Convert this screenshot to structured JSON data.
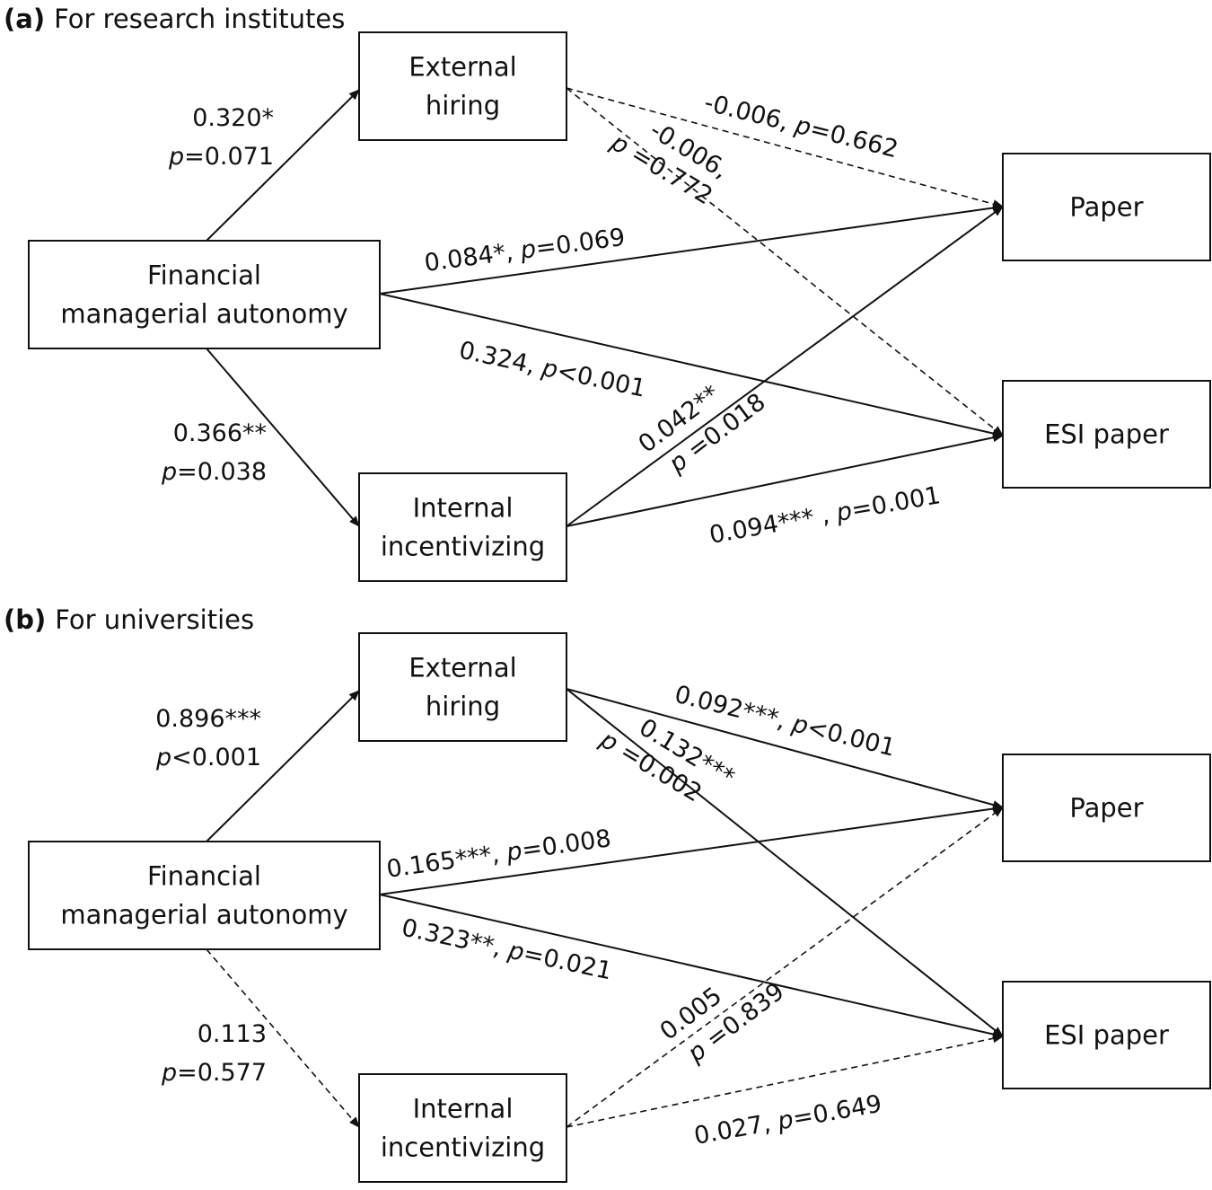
{
  "panels": [
    {
      "id": "a",
      "title_letter": "(a)",
      "title_text": "For research institutes",
      "nodes": {
        "fma": [
          "Financial",
          "managerial autonomy"
        ],
        "eh": [
          "External",
          "hiring"
        ],
        "ii": [
          "Internal",
          "incentivizing"
        ],
        "paper": [
          "Paper"
        ],
        "esi": [
          "ESI paper"
        ]
      },
      "edges": [
        {
          "id": "fma-eh",
          "style": "solid",
          "label": [
            "0.320*",
            "=0.071"
          ]
        },
        {
          "id": "fma-ii",
          "style": "solid",
          "label": [
            "0.366**",
            "=0.038"
          ]
        },
        {
          "id": "fma-paper",
          "style": "solid",
          "label": [
            "0.084*, ",
            "=0.069"
          ]
        },
        {
          "id": "fma-esi",
          "style": "solid",
          "label": [
            "0.324, ",
            "<0.001"
          ]
        },
        {
          "id": "eh-paper",
          "style": "dashed",
          "label": [
            "-0.006, ",
            "=0.662"
          ]
        },
        {
          "id": "eh-esi",
          "style": "dashed",
          "label": [
            "-0.006,",
            "=0.772"
          ]
        },
        {
          "id": "ii-paper",
          "style": "solid",
          "label": [
            "0.042**",
            "=0.018"
          ]
        },
        {
          "id": "ii-esi",
          "style": "solid",
          "label": [
            "0.094*** , ",
            "=0.001"
          ]
        }
      ]
    },
    {
      "id": "b",
      "title_letter": "(b)",
      "title_text": "For universities",
      "nodes": {
        "fma": [
          "Financial",
          "managerial autonomy"
        ],
        "eh": [
          "External",
          "hiring"
        ],
        "ii": [
          "Internal",
          "incentivizing"
        ],
        "paper": [
          "Paper"
        ],
        "esi": [
          "ESI paper"
        ]
      },
      "edges": [
        {
          "id": "fma-eh",
          "style": "solid",
          "label": [
            "0.896***",
            "<0.001"
          ]
        },
        {
          "id": "fma-ii",
          "style": "dashed",
          "label": [
            "0.113",
            "=0.577"
          ]
        },
        {
          "id": "fma-paper",
          "style": "solid",
          "label": [
            "0.165***, ",
            "=0.008"
          ]
        },
        {
          "id": "fma-esi",
          "style": "solid",
          "label": [
            "0.323**, ",
            "=0.021"
          ]
        },
        {
          "id": "eh-paper",
          "style": "solid",
          "label": [
            "0.092***, ",
            "<0.001"
          ]
        },
        {
          "id": "eh-esi",
          "style": "solid",
          "label": [
            "0.132***",
            "=0.002"
          ]
        },
        {
          "id": "ii-paper",
          "style": "dashed",
          "label": [
            "0.005",
            "=0.839"
          ]
        },
        {
          "id": "ii-esi",
          "style": "dashed",
          "label": [
            "0.027, ",
            "=0.649"
          ]
        }
      ]
    }
  ],
  "p_symbol": "p"
}
